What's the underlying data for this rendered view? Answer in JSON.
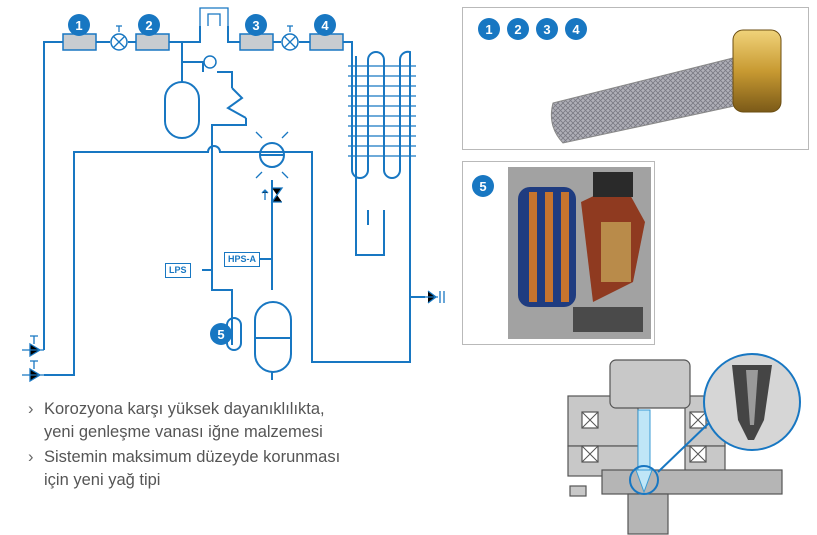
{
  "badges": [
    "1",
    "2",
    "3",
    "4",
    "5"
  ],
  "tags": {
    "lps": "LPS",
    "hps": "HPS-A"
  },
  "bullets": [
    {
      "chevron": "›",
      "line1": "Korozyona karşı yüksek dayanıklılıkta,",
      "line2": "yeni genleşme vanası iğne malzemesi"
    },
    {
      "chevron": "›",
      "line1": "Sistemin maksimum düzeyde korunması",
      "line2": "için yeni yağ tipi"
    }
  ],
  "colors": {
    "pipe": "#1877c2",
    "badge": "#1877c2",
    "frame": "#b9b9b9",
    "text": "#555555"
  }
}
